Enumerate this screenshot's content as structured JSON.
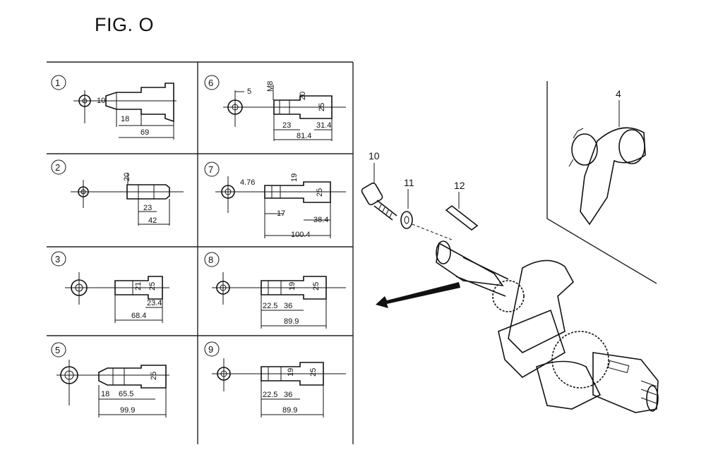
{
  "figure": {
    "title": "FIG. O",
    "callouts": [
      "4",
      "10",
      "11",
      "12"
    ]
  },
  "shaft_panels": [
    {
      "id": "1",
      "dims": [
        "10",
        "18",
        "69"
      ]
    },
    {
      "id": "2",
      "dims": [
        "20",
        "23",
        "42"
      ]
    },
    {
      "id": "3",
      "dims": [
        "21",
        "25",
        "23.4",
        "68.4"
      ]
    },
    {
      "id": "5",
      "dims": [
        "18",
        "65.5",
        "25",
        "99.9"
      ]
    },
    {
      "id": "6",
      "dims": [
        "5",
        "M8",
        "20",
        "25",
        "23",
        "31.4",
        "81.4"
      ]
    },
    {
      "id": "7",
      "dims": [
        "4.76",
        "19",
        "25",
        "17",
        "38.4",
        "100.4"
      ]
    },
    {
      "id": "8",
      "dims": [
        "19",
        "25",
        "22.5",
        "36",
        "89.9"
      ]
    },
    {
      "id": "9",
      "dims": [
        "19",
        "25",
        "22.5",
        "36",
        "89.9"
      ]
    }
  ]
}
